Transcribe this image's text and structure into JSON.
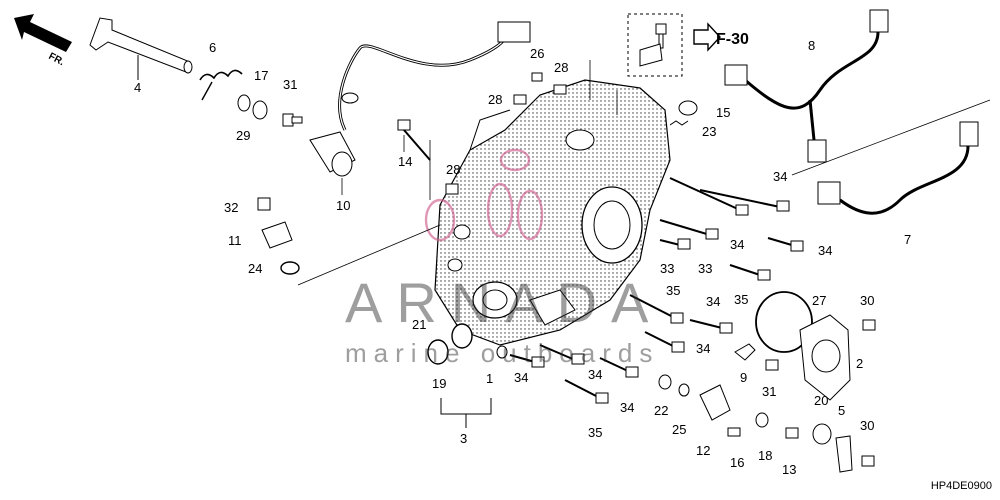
{
  "front_label": "FR.",
  "ref_label": "F-30",
  "diagram_code": "HP4DE0900",
  "watermark": {
    "brand": "ARNADA",
    "tagline": "marine outboards",
    "accent": "#d06090"
  },
  "callouts": {
    "c4": "4",
    "c6": "6",
    "c17": "17",
    "c31a": "31",
    "c29": "29",
    "c26": "26",
    "c28a": "28",
    "c28b": "28",
    "c15": "15",
    "c23": "23",
    "c8": "8",
    "c14": "14",
    "c10": "10",
    "c28c": "28",
    "c32": "32",
    "c11": "11",
    "c24": "24",
    "c34a": "34",
    "c34b": "34",
    "c34c": "34",
    "c33a": "33",
    "c33b": "33",
    "c35a": "35",
    "c35b": "35",
    "c27": "27",
    "c30a": "30",
    "c7": "7",
    "c34d": "34",
    "c34e": "34",
    "c2": "2",
    "c9": "9",
    "c31b": "31",
    "c21": "21",
    "c19": "19",
    "c1": "1",
    "c34f": "34",
    "c34g": "34",
    "c34h": "34",
    "c22": "22",
    "c25": "25",
    "c3": "3",
    "c35c": "35",
    "c12": "12",
    "c16": "16",
    "c18": "18",
    "c13": "13",
    "c20": "20",
    "c5": "5",
    "c30b": "30"
  }
}
